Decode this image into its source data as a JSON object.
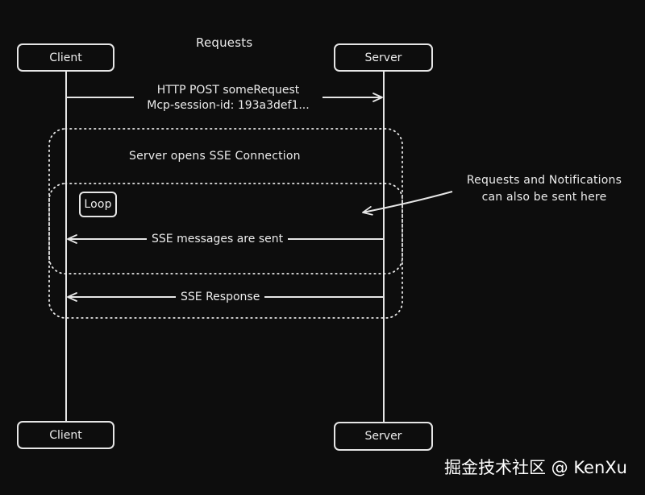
{
  "diagram": {
    "title": "Requests",
    "actors": {
      "client_top": "Client",
      "server_top": "Server",
      "client_bottom": "Client",
      "server_bottom": "Server"
    },
    "messages": {
      "post_line1": "HTTP POST someRequest",
      "post_line2": "Mcp-session-id: 193a3def1...",
      "sse_messages": "SSE messages are sent",
      "sse_response": "SSE Response"
    },
    "frames": {
      "sse_connection_label": "Server opens SSE Connection",
      "loop_label": "Loop"
    },
    "note": {
      "line1": "Requests and Notifications",
      "line2": "can also be sent here"
    }
  },
  "watermark": "掘金技术社区 @ KenXu",
  "colors": {
    "background": "#0d0d0d",
    "stroke": "#e6e6e6",
    "text": "#ececec"
  }
}
